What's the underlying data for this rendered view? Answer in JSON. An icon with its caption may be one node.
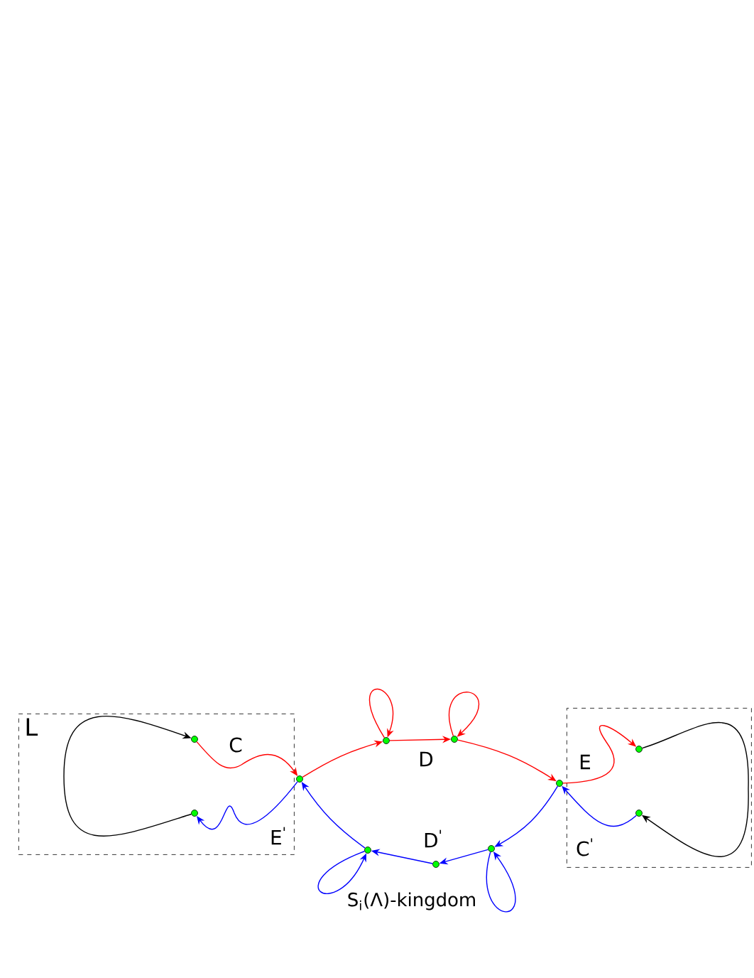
{
  "diagram": {
    "nodes": [
      {
        "text": [
          "L"
        ]
      },
      {
        "text": [],
        "shape": "circle",
        "in": 0
      },
      {
        "text": [],
        "shape": "circle",
        "in": 0
      },
      {
        "text": [],
        "shape": "circle"
      },
      {
        "text": [],
        "shape": "circle"
      },
      {
        "text": [],
        "shape": "circle"
      },
      {
        "text": [],
        "shape": "circle"
      },
      {
        "text": [],
        "shape": "circle"
      },
      {
        "text": [],
        "shape": "circle"
      },
      {
        "text": [],
        "shape": "circle"
      },
      {
        "text": [],
        "shape": "box"
      },
      {
        "text": [],
        "shape": "circle",
        "in": 10
      },
      {
        "text": [],
        "shape": "circle",
        "in": 10
      }
    ],
    "edges": [
      {
        "from": 2,
        "to": 1,
        "arrow": "to",
        "color": "#000000"
      },
      {
        "from": 1,
        "to": 3,
        "arrow": "to",
        "color": "#ff0000",
        "label": "C"
      },
      {
        "from": 3,
        "to": 5,
        "arrow": "to",
        "color": "#ff0000"
      },
      {
        "from": 5,
        "to": 5,
        "arrow": "to",
        "color": "#ff0000"
      },
      {
        "from": 5,
        "to": 7,
        "arrow": "to",
        "color": "#ff0000"
      },
      {
        "from": 7,
        "to": 7,
        "arrow": "to",
        "color": "#ff0000"
      },
      {
        "from": 7,
        "to": 9,
        "arrow": "to",
        "color": "#ff0000"
      },
      {
        "from": 9,
        "to": 11,
        "arrow": "to",
        "color": "#ff0000",
        "label": "E"
      },
      {
        "from": 11,
        "to": 12,
        "arrow": "to",
        "color": "#000000"
      },
      {
        "from": 12,
        "to": 9,
        "arrow": "to",
        "label": "C$^{'}$"
      },
      {
        "from": 9,
        "to": 8,
        "arrow": "to"
      },
      {
        "from": 8,
        "to": 8,
        "arrow": "to"
      },
      {
        "from": 8,
        "to": 6,
        "arrow": "to"
      },
      {
        "from": 6,
        "to": 4,
        "arrow": "to"
      },
      {
        "from": 4,
        "to": 4,
        "arrow": "to"
      },
      {
        "from": 4,
        "to": 3,
        "arrow": "to"
      },
      {
        "from": 3,
        "to": 2,
        "arrow": "to",
        "label": "E$^{'}$"
      }
    ],
    "labels": [
      "D",
      "D$^{'}$",
      "S$_{i}$(Λ)-kingdom"
    ]
  }
}
